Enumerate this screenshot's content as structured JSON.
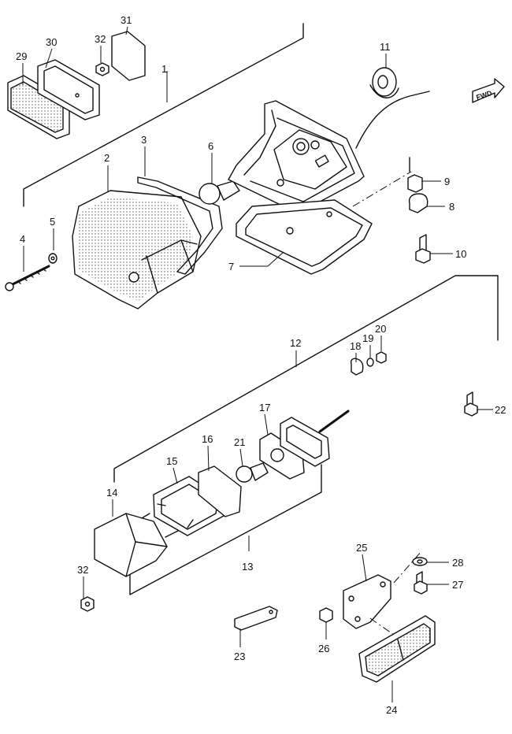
{
  "diagram": {
    "badge": "FWD",
    "callouts": [
      {
        "id": "1",
        "label": "1"
      },
      {
        "id": "2",
        "label": "2"
      },
      {
        "id": "3",
        "label": "3"
      },
      {
        "id": "4",
        "label": "4"
      },
      {
        "id": "5",
        "label": "5"
      },
      {
        "id": "6",
        "label": "6"
      },
      {
        "id": "7",
        "label": "7"
      },
      {
        "id": "8",
        "label": "8"
      },
      {
        "id": "9",
        "label": "9"
      },
      {
        "id": "10",
        "label": "10"
      },
      {
        "id": "11",
        "label": "11"
      },
      {
        "id": "12",
        "label": "12"
      },
      {
        "id": "13",
        "label": "13"
      },
      {
        "id": "14",
        "label": "14"
      },
      {
        "id": "15",
        "label": "15"
      },
      {
        "id": "16",
        "label": "16"
      },
      {
        "id": "17",
        "label": "17"
      },
      {
        "id": "18",
        "label": "18"
      },
      {
        "id": "19",
        "label": "19"
      },
      {
        "id": "20",
        "label": "20"
      },
      {
        "id": "21",
        "label": "21"
      },
      {
        "id": "22",
        "label": "22"
      },
      {
        "id": "23",
        "label": "23"
      },
      {
        "id": "24",
        "label": "24"
      },
      {
        "id": "25",
        "label": "25"
      },
      {
        "id": "26",
        "label": "26"
      },
      {
        "id": "27",
        "label": "27"
      },
      {
        "id": "28",
        "label": "28"
      },
      {
        "id": "29",
        "label": "29"
      },
      {
        "id": "30",
        "label": "30"
      },
      {
        "id": "31",
        "label": "31"
      },
      {
        "id": "32a",
        "label": "32"
      },
      {
        "id": "32b",
        "label": "32"
      }
    ]
  }
}
